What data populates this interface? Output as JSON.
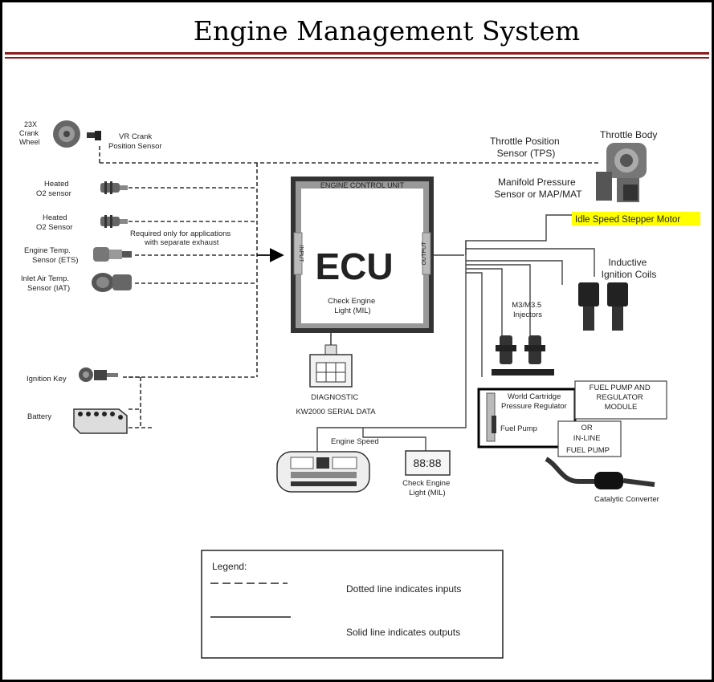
{
  "title": "Engine Management System",
  "colors": {
    "title_rule": "#8b1a1a",
    "highlight": "#ffff00",
    "ecu_frame": "#444444"
  },
  "ecu": {
    "header": "ENGINE CONTROL UNIT",
    "left_tab": "INPUT",
    "right_tab": "OUTPUT",
    "label": "ECU",
    "mil_line1": "Check Engine",
    "mil_line2": "Light (MIL)"
  },
  "inputs": {
    "crank_wheel": [
      "23X",
      "Crank",
      "Wheel"
    ],
    "vr_sensor": [
      "VR Crank",
      "Position Sensor"
    ],
    "o2_sensor_1": [
      "Heated",
      "O2 sensor"
    ],
    "o2_sensor_2": [
      "Heated",
      "O2 Sensor"
    ],
    "o2_note": [
      "Required only for applications",
      "with separate exhaust"
    ],
    "ets": [
      "Engine Temp.",
      "Sensor (ETS)"
    ],
    "iat": [
      "Inlet Air Temp.",
      "Sensor (IAT)"
    ],
    "ignition_key": "Ignition Key",
    "battery": "Battery",
    "tps": [
      "Throttle Position",
      "Sensor (TPS)"
    ],
    "map": [
      "Manifold Pressure",
      "Sensor or MAP/MAT"
    ]
  },
  "outputs": {
    "throttle_body": "Throttle Body",
    "idle_motor": "Idle Speed Stepper Motor",
    "coils": [
      "Inductive",
      "Ignition Coils"
    ],
    "injectors": [
      "M3/M3.5",
      "Injectors"
    ],
    "regulator": [
      "World Cartridge",
      "Pressure Regulator"
    ],
    "fuel_pump": "Fuel Pump",
    "fuel_module": [
      "FUEL PUMP  AND",
      "REGULATOR",
      "MODULE"
    ],
    "inline_pump": [
      "OR",
      "IN-LINE",
      "FUEL PUMP"
    ],
    "catalytic": "Catalytic Converter",
    "engine_speed": "Engine Speed",
    "check_engine": [
      "Check Engine",
      "Light (MIL)"
    ]
  },
  "diagnostic": [
    "DIAGNOSTIC",
    "KW2000 SERIAL DATA"
  ],
  "legend": {
    "title": "Legend:",
    "dotted": "Dotted line indicates inputs",
    "solid": "Solid line indicates outputs"
  }
}
